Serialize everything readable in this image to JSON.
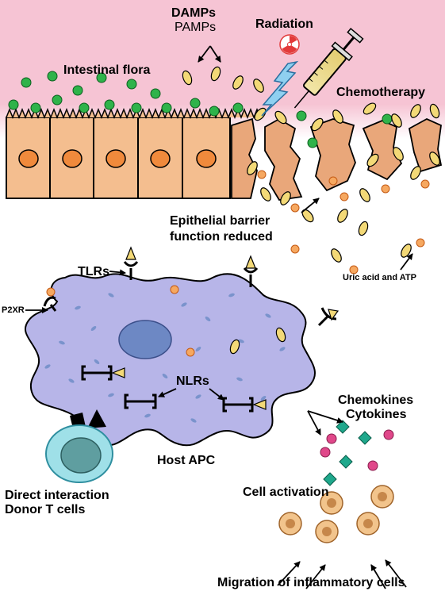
{
  "labels": {
    "damps": "DAMPs",
    "pamps": "PAMPs",
    "radiation": "Radiation",
    "intestinal_flora": "Intestinal flora",
    "chemotherapy": "Chemotherapy",
    "epithelial_line1": "Epithelial barrier",
    "epithelial_line2": "function reduced",
    "uric_acid": "Uric acid and ATP",
    "tlrs": "TLRs",
    "p2xr": "P2XR",
    "nlrs": "NLRs",
    "chemokines": "Chemokines",
    "cytokines": "Cytokines",
    "host_apc": "Host APC",
    "direct_interaction": "Direct interaction",
    "donor_t_cells": "Donor T cells",
    "cell_activation": "Cell activation",
    "migration": "Migration of inflammatory cells"
  },
  "colors": {
    "lumen": "#f6c4d4",
    "epithelium": "#f4be8f",
    "epithelium_damaged": "#e9a77a",
    "nucleus": "#f08a3c",
    "flora": "#2fb34a",
    "pamp": "#f3d977",
    "apc": "#b7b5e8",
    "apc_nucleus": "#6d88c4",
    "apc_vesicle": "#7a93cc",
    "t_cell": "#9fe0e8",
    "t_cell_nucleus": "#5f9ea0",
    "chemokine": "#1fa88c",
    "cytokine": "#e0488a",
    "inflammatory_cell": "#f2c48c"
  },
  "icons": {
    "radiation_symbol": "radiation-icon",
    "syringe": "syringe-icon",
    "lightning": "lightning-bolt-icon"
  }
}
